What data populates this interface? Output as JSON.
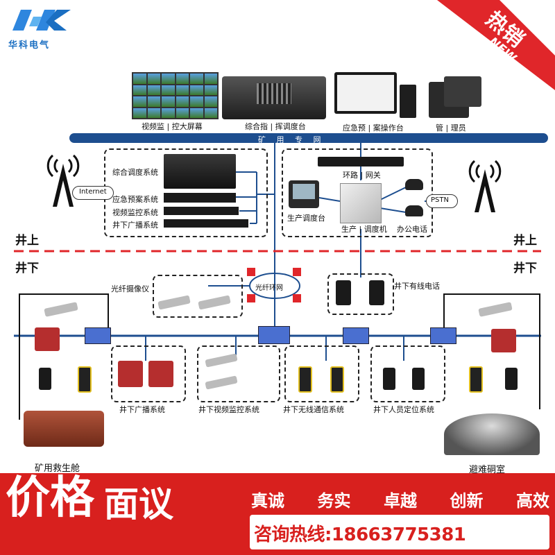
{
  "brand": {
    "logo_text": "HK",
    "name": "华科电气"
  },
  "badge": {
    "main": "热销",
    "sub": "NEW"
  },
  "top_devices": {
    "video_wall": "视频监 | 控大屏幕",
    "dispatch_console": "综合指 | 挥调度台",
    "emergency_console": "应急预 | 案操作台",
    "admin": "管 | 理员"
  },
  "network": {
    "bus_label": "矿 用 专 网",
    "ring_label": "光纤环网"
  },
  "left_box": {
    "title": "综合调度系统",
    "items": [
      "应急预案系统",
      "视频监控系统",
      "井下广播系统"
    ]
  },
  "right_box": {
    "gateway": "环路 | 网关",
    "console": "生产调度台",
    "switch": "生产 | 调度机",
    "office_phone": "办公电话"
  },
  "antennas": {
    "internet": "Internet",
    "pstn": "PSTN"
  },
  "levels": {
    "above": "井上",
    "below": "井下"
  },
  "underground": {
    "camera": "光纤摄像仪",
    "wired_phone": "井下有线电话",
    "subsystems": [
      "井下广播系统",
      "井下视频监控系统",
      "井下无线通信系统",
      "井下人员定位系统"
    ]
  },
  "rescue": {
    "capsule": "矿用救生舱",
    "chamber": "避难硐室"
  },
  "banner": {
    "price_a": "价格",
    "price_b": "面议",
    "slogans": [
      "真诚",
      "务实",
      "卓越",
      "创新",
      "高效"
    ],
    "hotline": "咨询热线:18663775381"
  }
}
